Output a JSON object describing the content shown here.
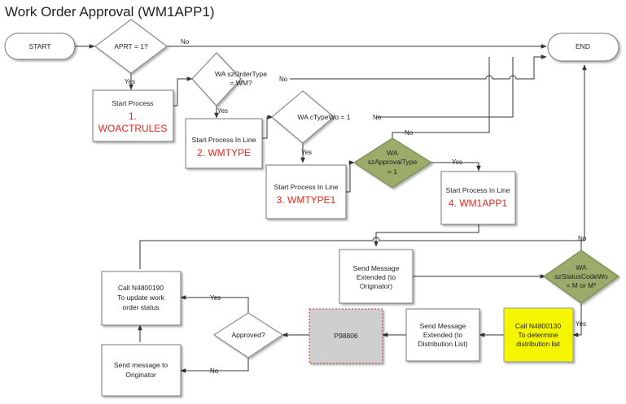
{
  "title": "Work Order Approval (WM1APP1)",
  "nodes": {
    "start": "START",
    "end": "END",
    "aprt_check": "APRT = 1?",
    "ordertype_check": [
      "WA szOrderType",
      "= WM?"
    ],
    "typewo_check": "WA cTypeWo = 1",
    "approvaltype_check": [
      "WA",
      "szApprovalType",
      "= 1"
    ],
    "start_process": "Start Process",
    "start_process_num": "1.",
    "start_process_name": "WOACTRULES",
    "inline_wmtype": "Start Process In Line",
    "inline_wmtype_name": "2. WMTYPE",
    "inline_wmtype1": "Start Process In Line",
    "inline_wmtype1_name": "3. WMTYPE1",
    "inline_wm1app1": "Start Process In Line",
    "inline_wm1app1_name": "4. WM1APP1",
    "send_originator_ext": [
      "Send Message",
      "Extended (to",
      "Originator)"
    ],
    "status_check": [
      "WA",
      "szStatusCodeWo",
      "= M or M*"
    ],
    "call_n4800130": [
      "Call N4800130",
      "To determine",
      "distribution list"
    ],
    "send_distribution": [
      "Send Message",
      "Extended (to",
      "Distribution List)"
    ],
    "p98806": "P98806",
    "approved_check": "Approved?",
    "call_n4800190": [
      "Call N4800190",
      "To update work",
      "order status"
    ],
    "send_originator": [
      "Send message to",
      "Originator"
    ]
  },
  "edge_labels": {
    "yes": "Yes",
    "no": "No"
  },
  "colors": {
    "decision_green": "#9aab6b",
    "highlight_yellow": "#f5f500",
    "process_red_text": "#e8261b",
    "form_grey": "#cfcfcf"
  }
}
